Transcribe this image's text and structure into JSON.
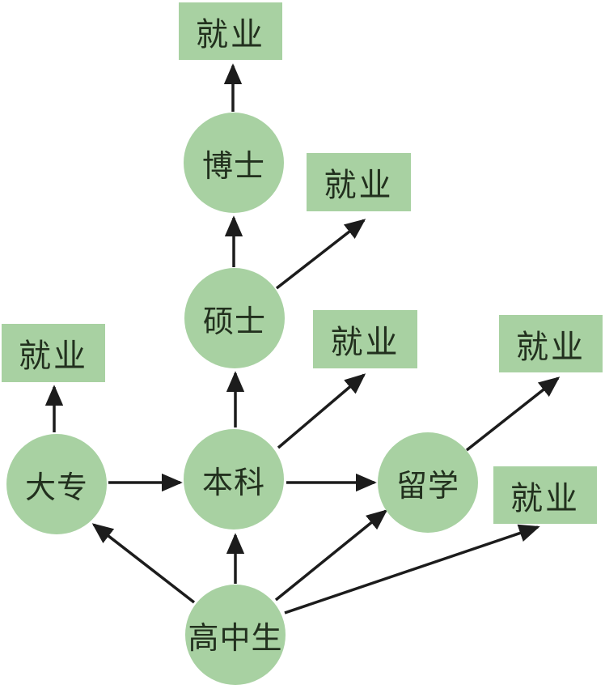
{
  "diagram": {
    "type": "flowchart",
    "description": "Education and career path flowchart for high school students",
    "nodes": {
      "highschool": {
        "label": "高中生",
        "shape": "circle"
      },
      "college": {
        "label": "大专",
        "shape": "circle"
      },
      "bachelor": {
        "label": "本科",
        "shape": "circle"
      },
      "abroad": {
        "label": "留学",
        "shape": "circle"
      },
      "master": {
        "label": "硕士",
        "shape": "circle"
      },
      "phd": {
        "label": "博士",
        "shape": "circle"
      },
      "employment": {
        "label": "就业",
        "shape": "rect",
        "count": 6
      }
    },
    "edges": [
      {
        "from": "高中生",
        "to": "大专"
      },
      {
        "from": "高中生",
        "to": "本科"
      },
      {
        "from": "高中生",
        "to": "留学"
      },
      {
        "from": "高中生",
        "to": "就业"
      },
      {
        "from": "大专",
        "to": "就业"
      },
      {
        "from": "大专",
        "to": "本科"
      },
      {
        "from": "本科",
        "to": "硕士"
      },
      {
        "from": "本科",
        "to": "就业"
      },
      {
        "from": "本科",
        "to": "留学"
      },
      {
        "from": "硕士",
        "to": "博士"
      },
      {
        "from": "硕士",
        "to": "就业"
      },
      {
        "from": "博士",
        "to": "就业"
      },
      {
        "from": "留学",
        "to": "就业"
      }
    ],
    "colors": {
      "node_fill": "#a8d1a2",
      "node_text": "#22301e",
      "arrow": "#1c1c1c",
      "background": "#ffffff"
    }
  }
}
